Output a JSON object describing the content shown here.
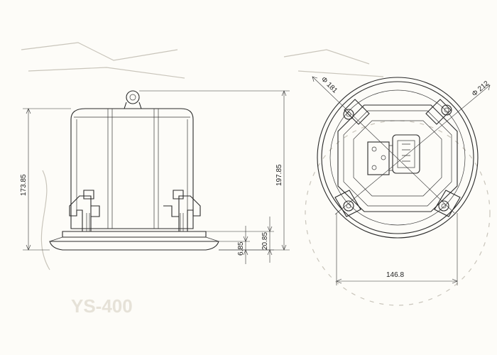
{
  "dimensions": {
    "overall_height": "173.85",
    "total_height": "197.85",
    "flange_height": "20.85",
    "flange_thickness": "6.85",
    "grille_diameter": "Φ 212",
    "body_diameter": "Φ 181",
    "mount_width": "146.8"
  },
  "watermark": {
    "model_text": "YS-400"
  },
  "colors": {
    "line": "#2a2a2a",
    "paper": "#fdfcf8",
    "watermark": "#e6e2d8"
  }
}
